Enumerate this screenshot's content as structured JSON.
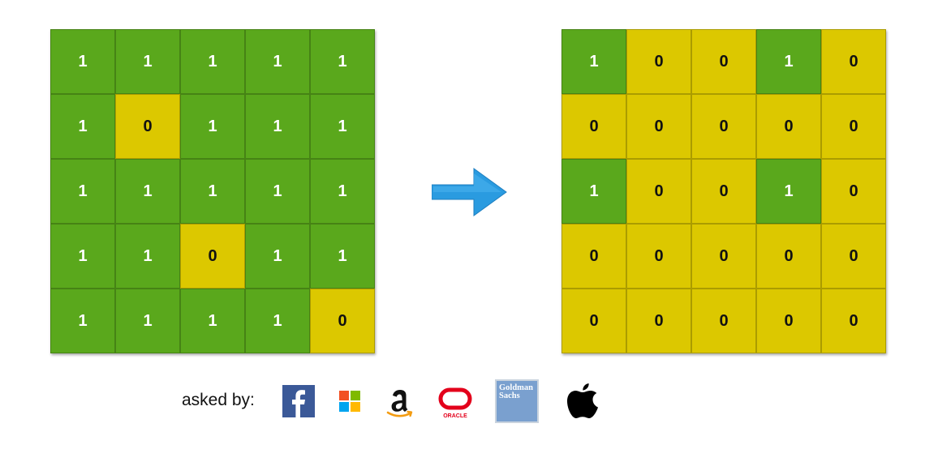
{
  "input_grid": [
    [
      "1",
      "1",
      "1",
      "1",
      "1"
    ],
    [
      "1",
      "0",
      "1",
      "1",
      "1"
    ],
    [
      "1",
      "1",
      "1",
      "1",
      "1"
    ],
    [
      "1",
      "1",
      "0",
      "1",
      "1"
    ],
    [
      "1",
      "1",
      "1",
      "1",
      "0"
    ]
  ],
  "output_grid": [
    [
      "1",
      "0",
      "0",
      "1",
      "0"
    ],
    [
      "0",
      "0",
      "0",
      "0",
      "0"
    ],
    [
      "1",
      "0",
      "0",
      "1",
      "0"
    ],
    [
      "0",
      "0",
      "0",
      "0",
      "0"
    ],
    [
      "0",
      "0",
      "0",
      "0",
      "0"
    ]
  ],
  "colors": {
    "one_cell": "#5aa81c",
    "zero_cell": "#dcc800",
    "arrow": "#2a9be0"
  },
  "asked_by": {
    "label": "asked by:",
    "companies": [
      {
        "name": "Facebook",
        "icon": "facebook-logo"
      },
      {
        "name": "Microsoft",
        "icon": "microsoft-logo"
      },
      {
        "name": "Amazon",
        "icon": "amazon-logo"
      },
      {
        "name": "Oracle",
        "icon": "oracle-logo",
        "logo_text": "ORACLE"
      },
      {
        "name": "Goldman Sachs",
        "icon": "goldman-sachs-logo",
        "logo_text": "Goldman Sachs"
      },
      {
        "name": "Apple",
        "icon": "apple-logo"
      }
    ]
  }
}
